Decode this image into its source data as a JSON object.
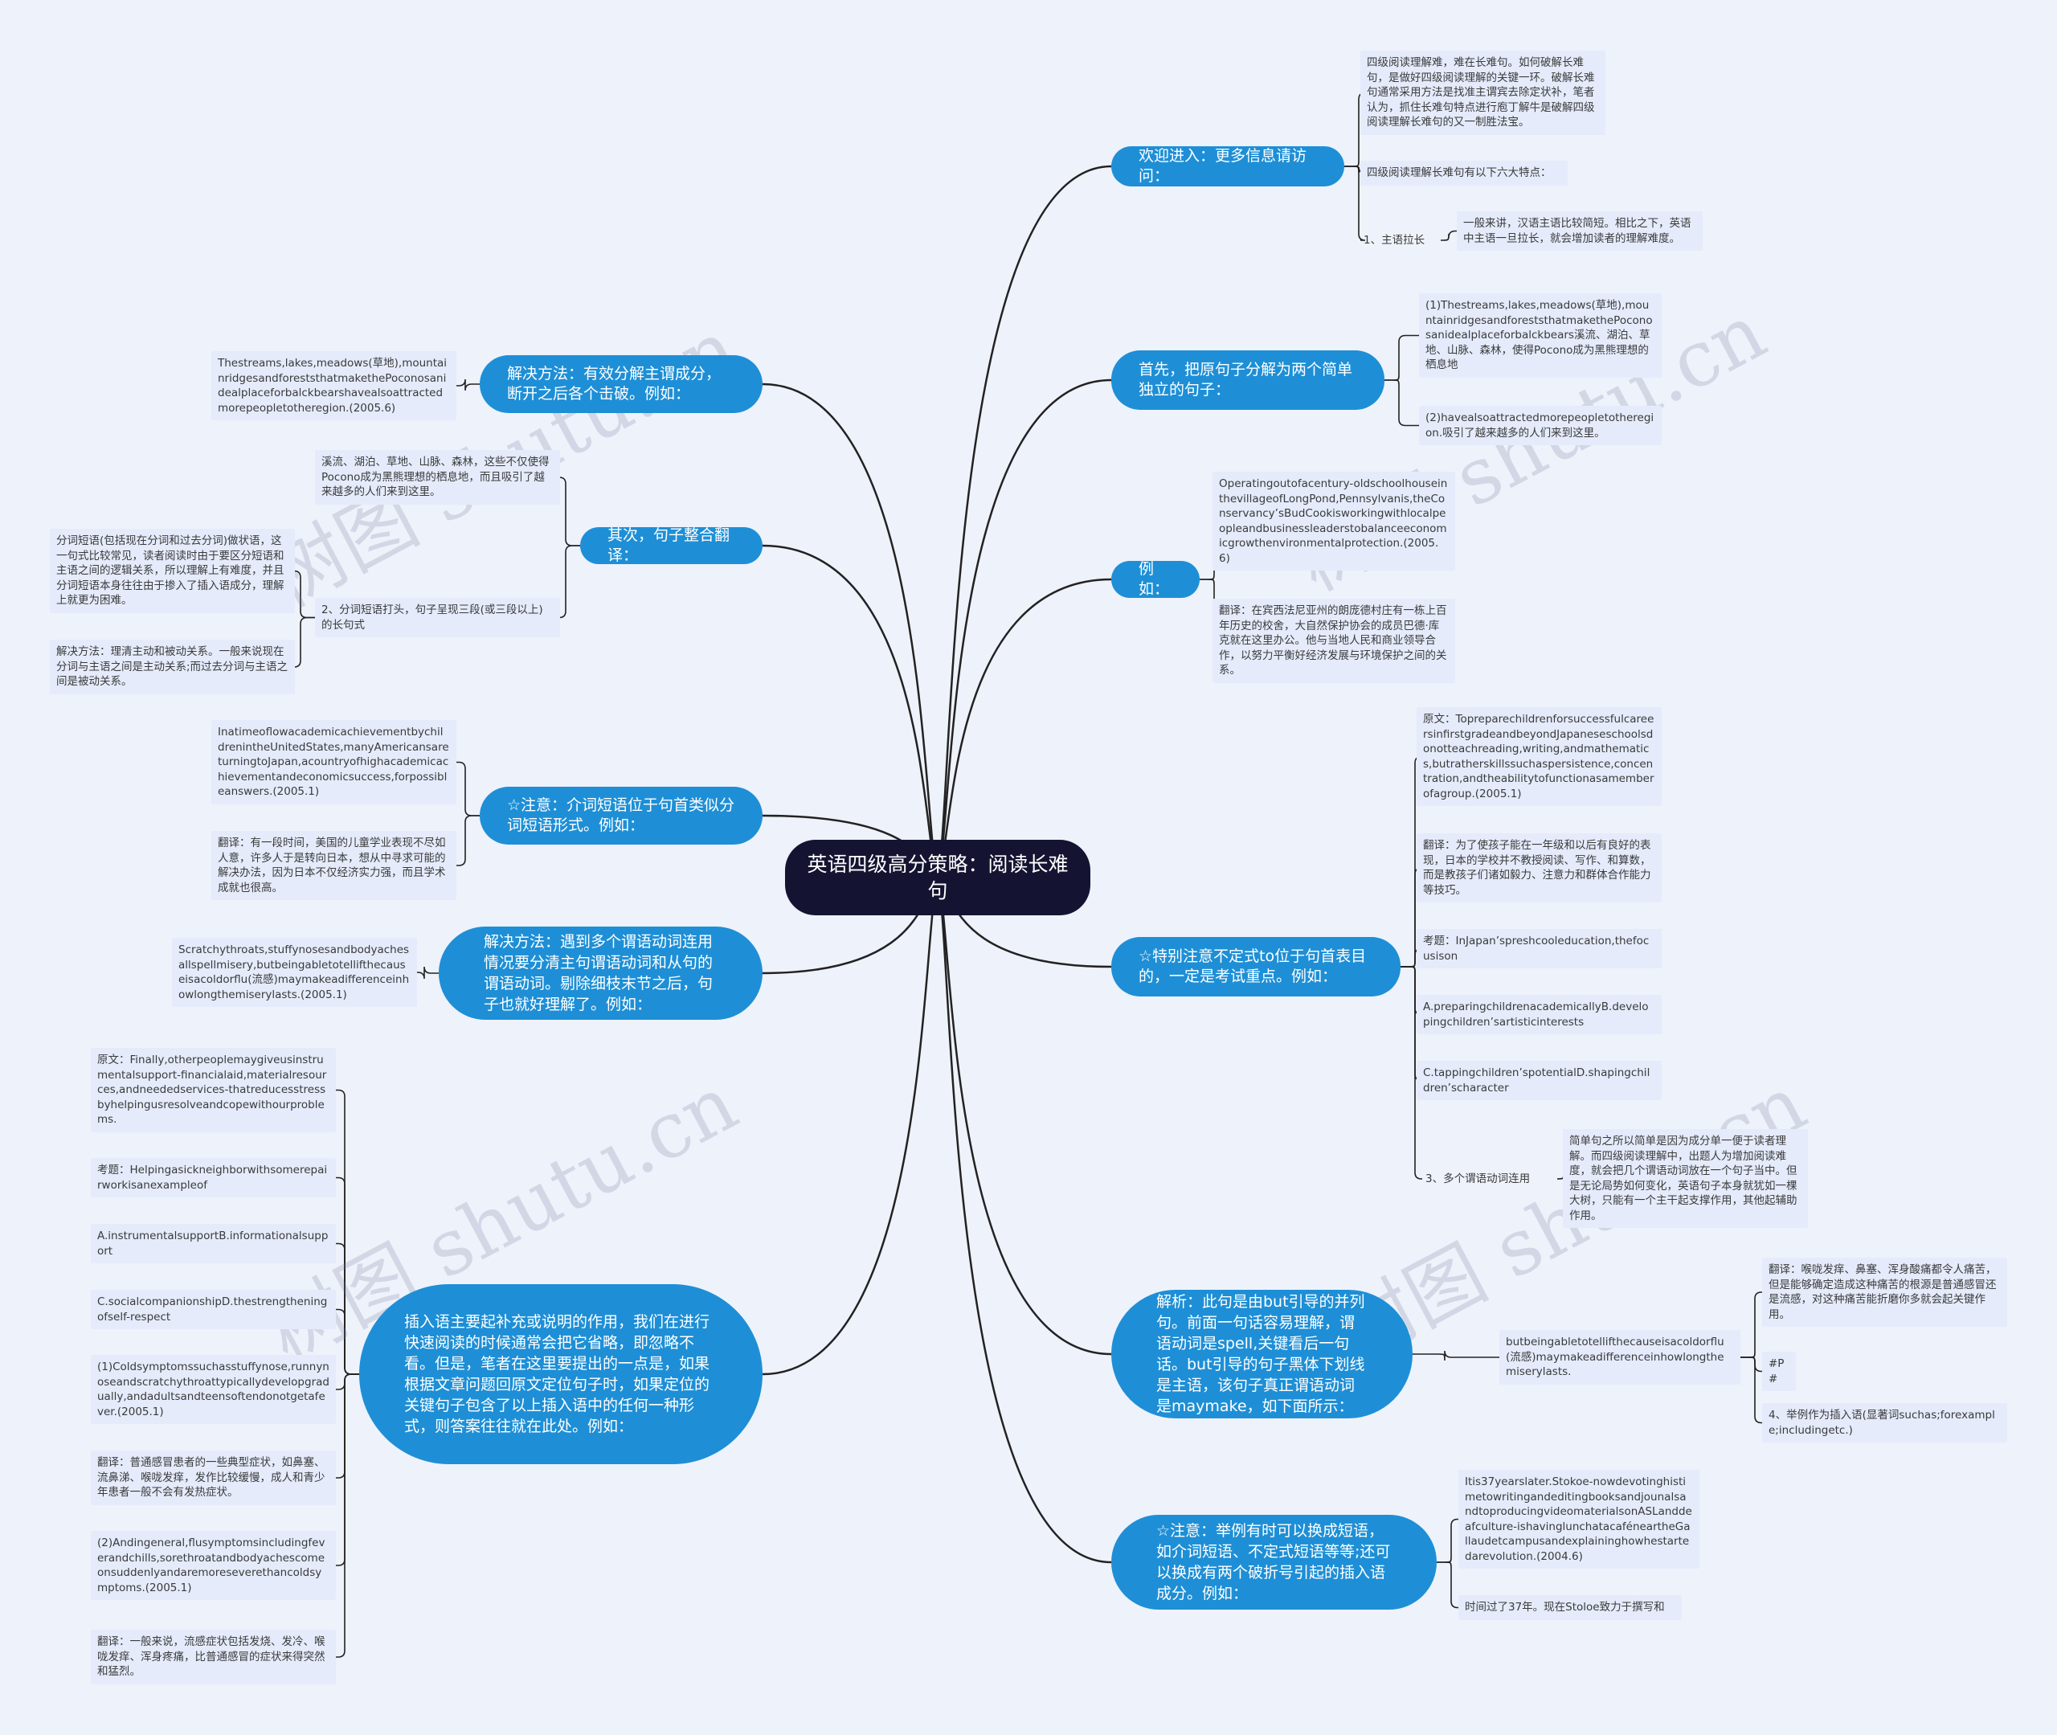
{
  "root": {
    "title": "英语四级高分策略：阅读长难句"
  },
  "right": {
    "b1": {
      "label": "欢迎进入：更多信息请访问：",
      "c1": "四级阅读理解难，难在长难句。如何破解长难句，是做好四级阅读理解的关键一环。破解长难句通常采用方法是找准主谓宾去除定状补，笔者认为，抓住长难句特点进行庖丁解牛是破解四级阅读理解长难句的又一制胜法宝。",
      "c2": "四级阅读理解长难句有以下六大特点：",
      "c3": "1、主语拉长",
      "c3a": "一般来讲，汉语主语比较简短。相比之下，英语中主语一旦拉长，就会增加读者的理解难度。"
    },
    "b2": {
      "label": "首先，把原句子分解为两个简单独立的句子：",
      "c1": "(1)Thestreams,lakes,meadows(草地),mountainridgesandforeststhatmakethePoconosanidealplaceforbalckbears溪流、湖泊、草地、山脉、森林，使得Pocono成为黑熊理想的栖息地",
      "c2": "(2)havealsoattractedmorepeopletotheregion.吸引了越来越多的人们来到这里。"
    },
    "b3": {
      "label": "例如：",
      "c1": "Operatingoutofacentury-oldschoolhouseinthevillageofLongPond,Pennsylvanis,theConservancy’sBudCookisworkingwithlocalpeopleandbusinessleaderstobalanceeconomicgrowthenvironmentalprotection.(2005.6)",
      "c2": "翻译：在宾西法尼亚州的朗庞德村庄有一栋上百年历史的校舍，大自然保护协会的成员巴德·库克就在这里办公。他与当地人民和商业领导合作，以努力平衡好经济发展与环境保护之间的关系。"
    },
    "b4": {
      "label": "☆特别注意不定式to位于句首表目的，一定是考试重点。例如：",
      "c1": "原文：TopreparechildrenforsuccessfulcareersinfirstgradeandbeyondJapaneseschoolsdonotteachreading,writing,andmathematics,butratherskillssuchaspersistence,concentration,andtheabilitytofunctionasamemberofagroup.(2005.1)",
      "c2": "翻译：为了使孩子能在一年级和以后有良好的表现，日本的学校并不教授阅读、写作、和算数，而是教孩子们诸如毅力、注意力和群体合作能力等技巧。",
      "c3": "考题：InJapan’spreshcooleducation,thefocusison",
      "c4": "A.preparingchildrenacademicallyB.developingchildren’sartisticinterests",
      "c5": "C.tappingchildren’spotentialD.shapingchildren’scharacter",
      "c6": "3、多个谓语动词连用",
      "c6a": "简单句之所以简单是因为成分单一便于读者理解。而四级阅读理解中，出题人为增加阅读难度，就会把几个谓语动词放在一个句子当中。但是无论局势如何变化，英语句子本身就犹如一棵大树，只能有一个主干起支撑作用，其他起辅助作用。"
    },
    "b5": {
      "label": "解析：此句是由but引导的并列句。前面一句话容易理解，谓语动词是spell,关键看后一句话。but引导的句子黑体下划线是主语，该句子真正谓语动词是maymake，如下面所示：",
      "c1": "butbeingabletotellifthecauseisacoldorflu(流感)maymakeadifferenceinhowlongthemiserylasts.",
      "c1a": "翻译：喉咙发痒、鼻塞、浑身酸痛都令人痛苦，但是能够确定造成这种痛苦的根源是普通感冒还是流感，对这种痛苦能折磨你多就会起关键作用。",
      "c1b": "#P#",
      "c1c": "4、举例作为插入语(显著词suchas;forexample;includingetc.)"
    },
    "b6": {
      "label": "☆注意：举例有时可以换成短语，如介词短语、不定式短语等等;还可以换成有两个破折号引起的插入语成分。例如：",
      "c1": "Itis37yearslater.Stokoe-nowdevotinghistimetowritingandeditingbooksandjounalsandtoproducingvideomaterialsonASLanddeafculture-ishavinglunchatacaféneartheGallaudetcampusandexplaininghowhestartedarevolution.(2004.6)",
      "c2": "时间过了37年。现在Stoloe致力于撰写和"
    }
  },
  "left": {
    "b1": {
      "label": "解决方法：有效分解主谓成分，断开之后各个击破。例如：",
      "c1": "Thestreams,lakes,meadows(草地),mountainridgesandforeststhatmakethePoconosanidealplaceforbalckbearshavealsoattractedmorepeopletotheregion.(2005.6)"
    },
    "b2": {
      "label": "其次，句子整合翻译：",
      "c1": "溪流、湖泊、草地、山脉、森林，这些不仅使得Pocono成为黑熊理想的栖息地，而且吸引了越来越多的人们来到这里。",
      "c2": "2、分词短语打头，句子呈现三段(或三段以上)的长句式",
      "c2a": "分词短语(包括现在分词和过去分词)做状语，这一句式比较常见，读者阅读时由于要区分短语和主语之间的逻辑关系，所以理解上有难度，并且分词短语本身往往由于掺入了插入语成分，理解上就更为困难。",
      "c2b": "解决方法：理清主动和被动关系。一般来说现在分词与主语之间是主动关系;而过去分词与主语之间是被动关系。"
    },
    "b3": {
      "label": "☆注意：介词短语位于句首类似分词短语形式。例如：",
      "c1": "InatimeoflowacademicachievementbychildrenintheUnitedStates,manyAmericansareturningtoJapan,acountryofhighacademicachievementandeconomicsuccess,forpossibleanswers.(2005.1)",
      "c2": "翻译：有一段时间，美国的儿童学业表现不尽如人意，许多人于是转向日本，想从中寻求可能的解决办法，因为日本不仅经济实力强，而且学术成就也很高。"
    },
    "b4": {
      "label": "解决方法：遇到多个谓语动词连用情况要分清主句谓语动词和从句的谓语动词。剔除细枝末节之后，句子也就好理解了。例如：",
      "c1": "Scratchythroats,stuffynosesandbodyachesallspellmisery,butbeingabletotellifthecauseisacoldorflu(流感)maymakeadifferenceinhowlongthemiserylasts.(2005.1)"
    },
    "b5": {
      "label": "插入语主要起补充或说明的作用，我们在进行快速阅读的时候通常会把它省略，即忽略不看。但是，笔者在这里要提出的一点是，如果根据文章问题回原文定位句子时，如果定位的关键句子包含了以上插入语中的任何一种形式，则答案往往就在此处。例如：",
      "c1": "原文：Finally,otherpeoplemaygiveusinstrumentalsupport-financialaid,materialresources,andneededservices-thatreducesstressbyhelpingusresolveandcopewithourproblems.",
      "c2": "考题：Helpingasickneighborwithsomerepairworkisanexampleof",
      "c3": "A.instrumentalsupportB.informationalsupport",
      "c4": "C.socialcompanionshipD.thestrengtheningofself-respect",
      "c5": "(1)Coldsymptomssuchasstuffynose,runnynoseandscratchythroattypicallydevelopgradually,andadultsandteensoftendonotgetafever.(2005.1)",
      "c6": "翻译：普通感冒患者的一些典型症状，如鼻塞、流鼻涕、喉咙发痒，发作比较缓慢，成人和青少年患者一般不会有发热症状。",
      "c7": "(2)Andingeneral,flusymptomsincludingfeverandchills,sorethroatandbodyachescomeonsuddenlyandaremoreseverethancoldsymptoms.(2005.1)",
      "c8": "翻译：一般来说，流感症状包括发烧、发冷、喉咙发痒、浑身疼痛，比普通感冒的症状来得突然和猛烈。"
    }
  },
  "watermarks": [
    "树图 shutu.cn",
    "树图 shutu.cn",
    "树图 shutu.cn",
    "树图 shutu.cn"
  ],
  "colors": {
    "root": "#141432",
    "branch": "#1e8fd6",
    "leaf": "#e5ebfb",
    "line": "#222222",
    "background": "#eef2fb"
  }
}
